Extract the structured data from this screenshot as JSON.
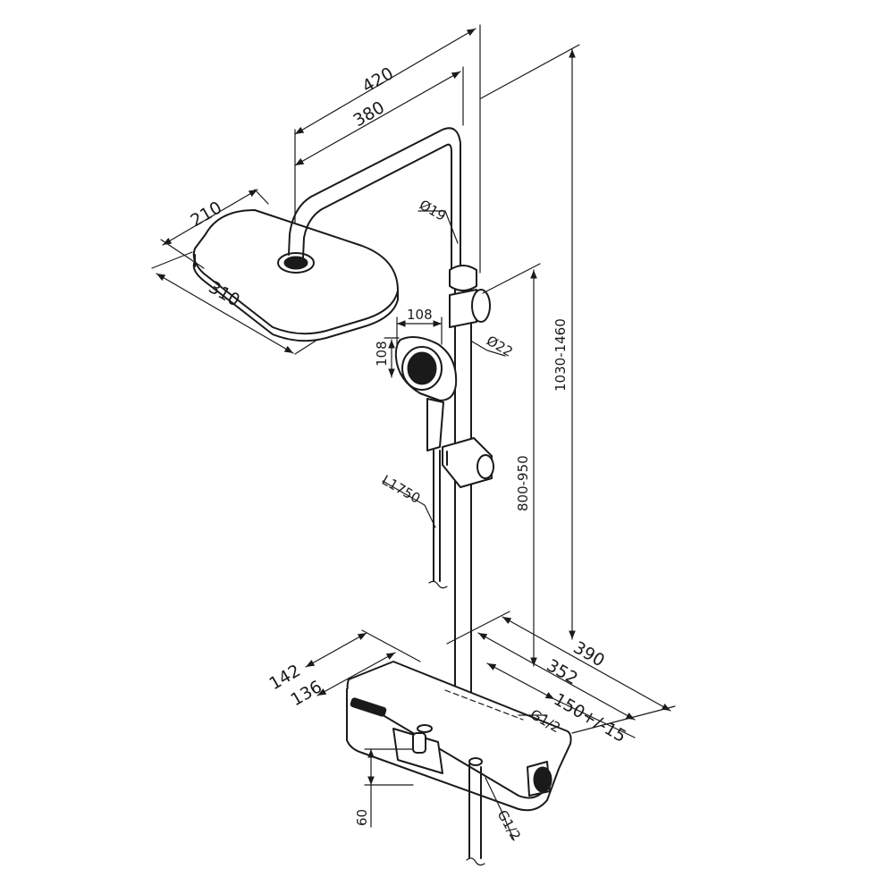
{
  "dimensions": {
    "head_width": "420",
    "arm_reach": "380",
    "head_depth": "210",
    "head_length": "310",
    "rail_diameter": "Ø19",
    "pipe_diameter": "Ø22",
    "hand_width": "108",
    "hand_height": "108",
    "hose_length": "L1750",
    "slider_height": "800-950",
    "total_height": "1030-1460",
    "body_width": "390",
    "body_depth_a": "352",
    "inlet_spacing": "150+/-15",
    "outlet_thread": "G1/2",
    "inlet_thread": "G1/2",
    "shelf_depth_a": "142",
    "shelf_depth_b": "136",
    "body_height": "60"
  }
}
